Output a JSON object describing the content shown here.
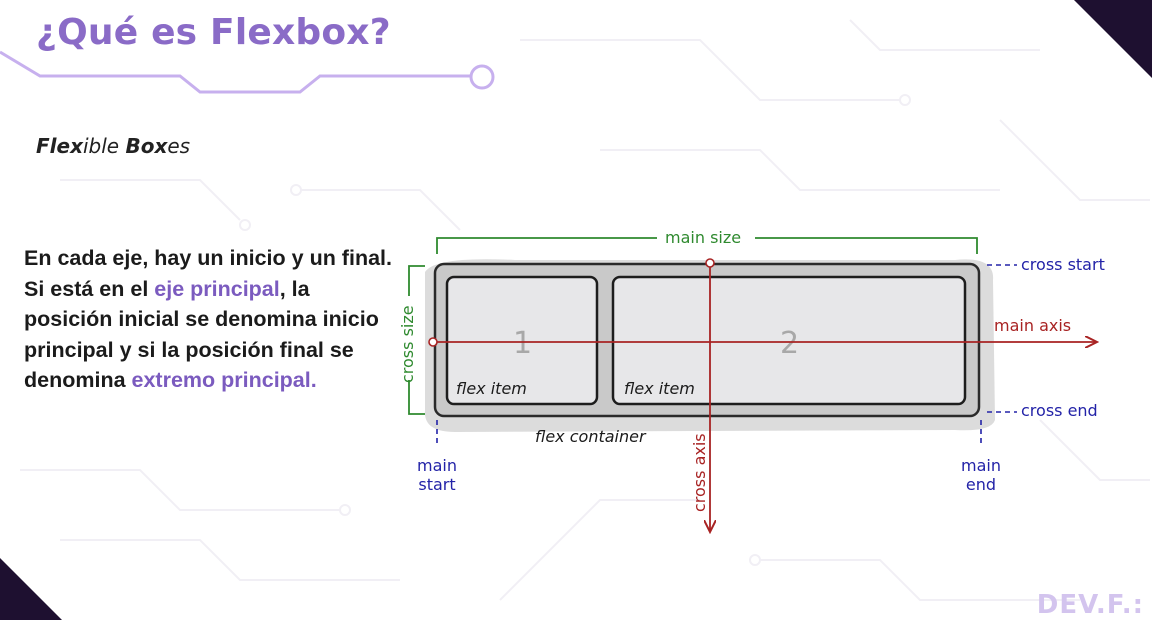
{
  "slide": {
    "title": "¿Qué es Flexbox?",
    "subtitle": {
      "part1_bold": "Flex",
      "part1_rest": "ible ",
      "part2_bold": "Box",
      "part2_rest": "es"
    },
    "body": {
      "t1": "En cada eje, hay un inicio y un final. Si está en el ",
      "a1": "eje principal",
      "t2": ", la posición inicial se denomina inicio principal y si la posición final se denomina ",
      "a2": "extremo principal."
    },
    "logo": "DEV.F.:"
  },
  "diagram": {
    "main_size": "main size",
    "cross_size": "cross size",
    "cross_start": "cross start",
    "cross_end": "cross end",
    "main_axis": "main axis",
    "cross_axis": "cross axis",
    "main_start_1": "main",
    "main_start_2": "start",
    "main_end_1": "main",
    "main_end_2": "end",
    "flex_container": "flex container",
    "item1_number": "1",
    "item2_number": "2",
    "item1_label": "flex item",
    "item2_label": "flex item"
  },
  "colors": {
    "title": "#8a6bc7",
    "accent": "#7b5bbf",
    "corner": "#1e1030",
    "green": "#2f8a2f",
    "blue": "#2323a8",
    "red": "#a82323"
  }
}
